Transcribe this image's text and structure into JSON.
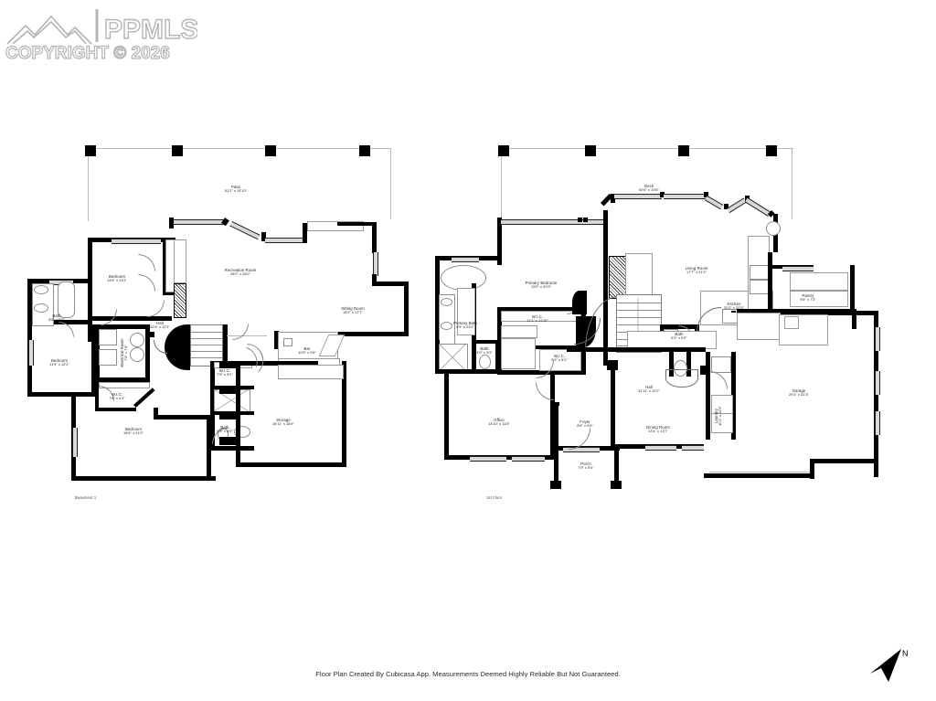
{
  "watermark": {
    "brand": "PPMLS",
    "copyright": "COPYRIGHT © 2026",
    "logo_icon": "mountains-logo-icon"
  },
  "footer": {
    "disclaimer": "Floor Plan Created By Cubicasa App. Measurements Deemed Highly Reliable But Not Guaranteed."
  },
  "compass": {
    "label": "N",
    "icon": "north-arrow-icon"
  },
  "floors": [
    {
      "id": "basement",
      "label": "Basement 1",
      "rooms": [
        {
          "name": "Patio",
          "dim": "51'2\" x 15'10\""
        },
        {
          "name": "Recreation Room",
          "dim": "28'0\" x 18'2\""
        },
        {
          "name": "Sitting Room",
          "dim": "15'2\" x 17'7\""
        },
        {
          "name": "Bedroom",
          "dim": "14'8\" x 13'1\""
        },
        {
          "name": "Bath",
          "dim": "8'8\" x 9'8\""
        },
        {
          "name": "Hall",
          "dim": "32'6\" x 12'1\""
        },
        {
          "name": "Bedroom",
          "dim": "11'9\" x 12'2\""
        },
        {
          "name": "Electrical Room",
          "dim": "7'6\" x 7'8\""
        },
        {
          "name": "W.I.C.",
          "dim": "7'6\" x 4'3\""
        },
        {
          "name": "Bedroom",
          "dim": "18'6\" x 21'0\""
        },
        {
          "name": "W.I.C.",
          "dim": "7'5\" x 9'2\""
        },
        {
          "name": "Bath",
          "dim": "5'3\" x 8'0\""
        },
        {
          "name": "Bar",
          "dim": "10'5\" x 9'6\""
        },
        {
          "name": "Storage",
          "dim": "18'11\" x 18'9\""
        }
      ]
    },
    {
      "id": "first",
      "label": "1st Floor",
      "rooms": [
        {
          "name": "Deck",
          "dim": "50'6\" x 15'6\""
        },
        {
          "name": "Living Room",
          "dim": "17'7\" x 21'1\""
        },
        {
          "name": "Primary Bedroom",
          "dim": "15'0\" x 20'9\""
        },
        {
          "name": "Primary Bath",
          "dim": "9'9\" x 23'2\""
        },
        {
          "name": "Kitchen",
          "dim": "20'2\" x 20'3\""
        },
        {
          "name": "Pantry",
          "dim": "9'6\" x 7'3\""
        },
        {
          "name": "W.I.C.",
          "dim": "11'1\" x 11'10\""
        },
        {
          "name": "Bath",
          "dim": "4'0\" x 9'9\""
        },
        {
          "name": "W.I.C.",
          "dim": "5'9\" x 6'1\""
        },
        {
          "name": "Bath",
          "dim": "6'3\" x 9'5\""
        },
        {
          "name": "Hall",
          "dim": "31'11\" x 12'2\""
        },
        {
          "name": "Laundry",
          "dim": "10'1\" x 11'9\""
        },
        {
          "name": "Office",
          "dim": "14'10\" x 11'8\""
        },
        {
          "name": "Foyer",
          "dim": "8'6\" x 9'5\""
        },
        {
          "name": "Dining Room",
          "dim": "13'4\" x 13'7\""
        },
        {
          "name": "Porch",
          "dim": "7'9\" x 9'4\""
        },
        {
          "name": "Garage",
          "dim": "29'4\" x 31'3\""
        }
      ]
    }
  ],
  "colors": {
    "wall": "#000000",
    "hairline": "#b9b9b9",
    "text": "#1d1d1d",
    "paper": "#ffffff"
  }
}
